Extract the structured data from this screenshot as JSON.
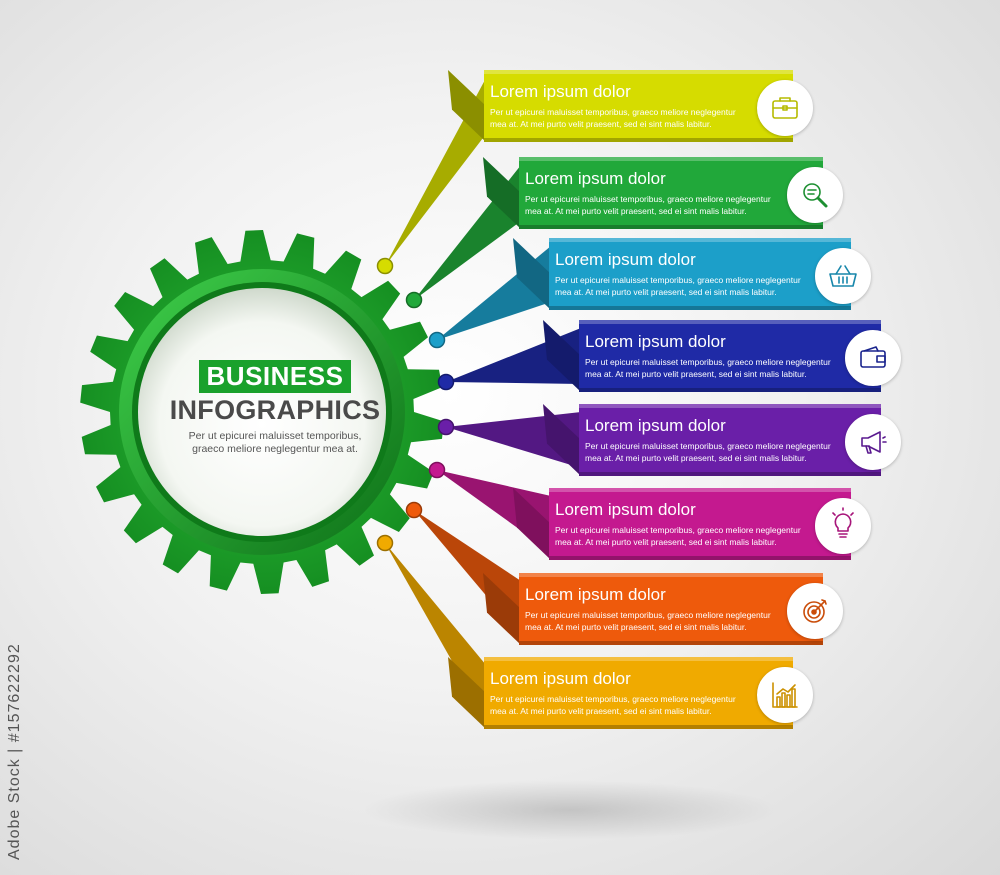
{
  "center": {
    "badge": "BUSINESS",
    "heading": "INFOGRAPHICS",
    "text_line1": "Per ut epicurei maluisset temporibus,",
    "text_line2": "graeco meliore neglegentur mea at."
  },
  "items": [
    {
      "title": "Lorem ipsum dolor",
      "desc_line1": "Per ut epicurei maluisset temporibus, graeco meliore neglegentur",
      "desc_line2": "mea at. At mei purto velit praesent, sed ei sint malis labitur.",
      "icon": "briefcase-icon",
      "color": "#d6dc00"
    },
    {
      "title": "Lorem ipsum dolor",
      "desc_line1": "Per ut epicurei maluisset temporibus, graeco meliore neglegentur",
      "desc_line2": "mea at. At mei purto velit praesent, sed ei sint malis labitur.",
      "icon": "magnifier-icon",
      "color": "#21a83a"
    },
    {
      "title": "Lorem ipsum dolor",
      "desc_line1": "Per ut epicurei maluisset temporibus, graeco meliore neglegentur",
      "desc_line2": "mea at. At mei purto velit praesent, sed ei sint malis labitur.",
      "icon": "shopping-basket-icon",
      "color": "#1c9fc9"
    },
    {
      "title": "Lorem ipsum dolor",
      "desc_line1": "Per ut epicurei maluisset temporibus, graeco meliore neglegentur",
      "desc_line2": "mea at. At mei purto velit praesent, sed ei sint malis labitur.",
      "icon": "wallet-icon",
      "color": "#1f2aa6"
    },
    {
      "title": "Lorem ipsum dolor",
      "desc_line1": "Per ut epicurei maluisset temporibus, graeco meliore neglegentur",
      "desc_line2": "mea at. At mei purto velit praesent, sed ei sint malis labitur.",
      "icon": "megaphone-icon",
      "color": "#6a1fa8"
    },
    {
      "title": "Lorem ipsum dolor",
      "desc_line1": "Per ut epicurei maluisset temporibus, graeco meliore neglegentur",
      "desc_line2": "mea at. At mei purto velit praesent, sed ei sint malis labitur.",
      "icon": "lightbulb-icon",
      "color": "#c4198f"
    },
    {
      "title": "Lorem ipsum dolor",
      "desc_line1": "Per ut epicurei maluisset temporibus, graeco meliore neglegentur",
      "desc_line2": "mea at. At mei purto velit praesent, sed ei sint malis labitur.",
      "icon": "target-icon",
      "color": "#ee5a0c"
    },
    {
      "title": "Lorem ipsum dolor",
      "desc_line1": "Per ut epicurei maluisset temporibus, graeco meliore neglegentur",
      "desc_line2": "mea at. At mei purto velit praesent, sed ei sint malis labitur.",
      "icon": "bar-chart-icon",
      "color": "#f0aa00"
    }
  ],
  "colors": {
    "gear": "#1e9b2a",
    "gear_dark": "#137a1c"
  },
  "watermark": "Adobe Stock | #157622292"
}
